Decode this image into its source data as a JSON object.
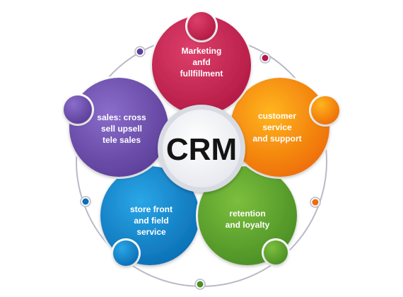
{
  "diagram": {
    "center": {
      "label": "CRM"
    },
    "petals": [
      {
        "id": "marketing",
        "lines": [
          "Marketing",
          "anfd",
          "fullfillment"
        ],
        "color": "#b31a45",
        "color_light": "#dd3f6a"
      },
      {
        "id": "customer-service",
        "lines": [
          "customer",
          "service",
          "and support"
        ],
        "color": "#ee6d06",
        "color_light": "#ffb51f"
      },
      {
        "id": "retention",
        "lines": [
          "retention",
          "and loyalty"
        ],
        "color": "#4a8f25",
        "color_light": "#7cbf3d"
      },
      {
        "id": "store-front",
        "lines": [
          "store front",
          "and field",
          "service"
        ],
        "color": "#0b6fb5",
        "color_light": "#2aa6e6"
      },
      {
        "id": "sales",
        "lines": [
          "sales: cross",
          "sell upsell",
          "tele sales"
        ],
        "color": "#5c3f99",
        "color_light": "#8a6ccb"
      }
    ],
    "colors": {
      "ring": "#b9b9c9",
      "center_fill": "#ffffff",
      "center_border": "#d8dbe2",
      "center_text": "#141414"
    }
  }
}
